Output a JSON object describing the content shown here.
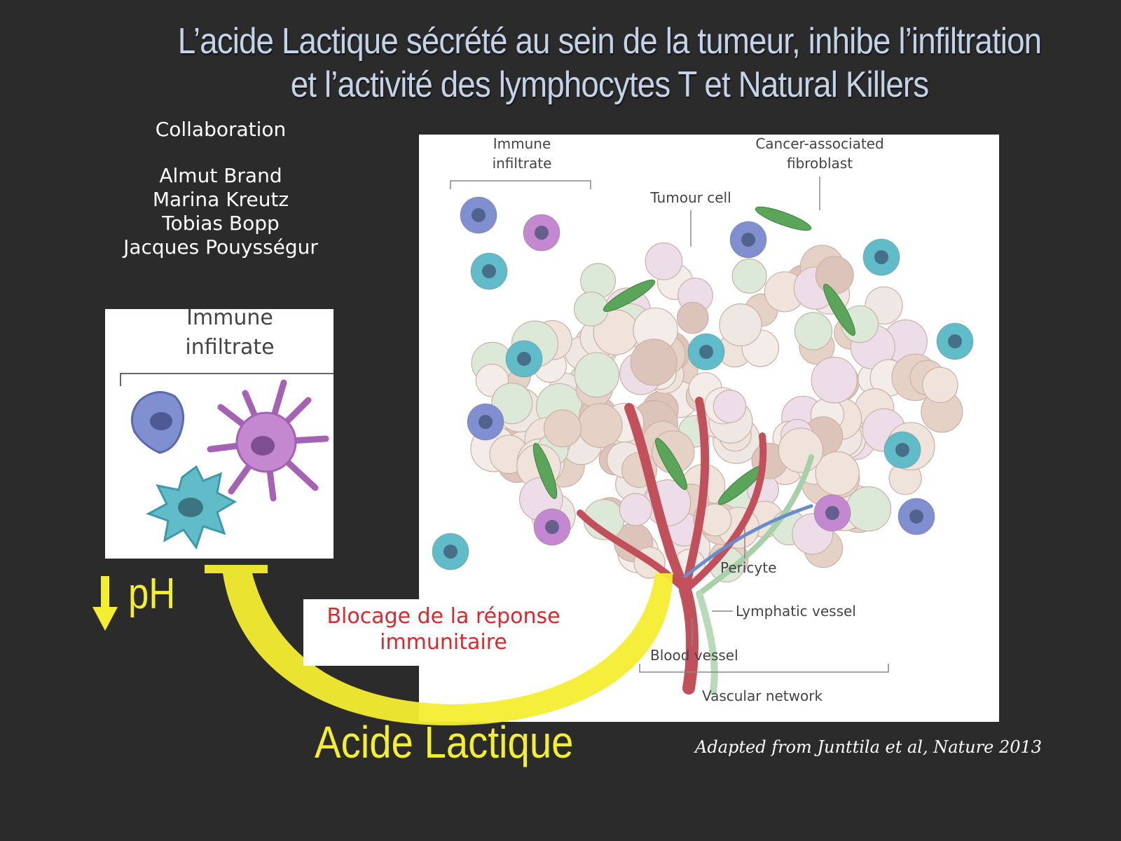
{
  "title": {
    "line1": "L’acide Lactique sécrété au sein de la tumeur, inhibe l’infiltration",
    "line2": "et l’activité des lymphocytes T et Natural Killers"
  },
  "collaboration": {
    "heading": "Collaboration",
    "names": [
      "Almut Brand",
      "Marina Kreutz",
      "Tobias Bopp",
      "Jacques Pouysségur"
    ]
  },
  "inset": {
    "label_line1": "Immune",
    "label_line2": "infiltrate"
  },
  "diagram_labels": {
    "immune_l1": "Immune",
    "immune_l2": "infiltrate",
    "caf_l1": "Cancer-associated",
    "caf_l2": "fibroblast",
    "tumour": "Tumour cell",
    "pericyte": "Pericyte",
    "lymphatic": "Lymphatic vessel",
    "blood": "Blood vessel",
    "vascular": "Vascular network"
  },
  "ph_label": "pH",
  "blocage": {
    "line1": "Blocage de la réponse",
    "line2": "immunitaire"
  },
  "acide_label": "Acide Lactique",
  "credit": "Adapted from Junttila et al, Nature 2013",
  "colors": {
    "background": "#2b2b2b",
    "title": "#c5d3e8",
    "yellow": "#f4ee31",
    "red": "#e0262c"
  }
}
